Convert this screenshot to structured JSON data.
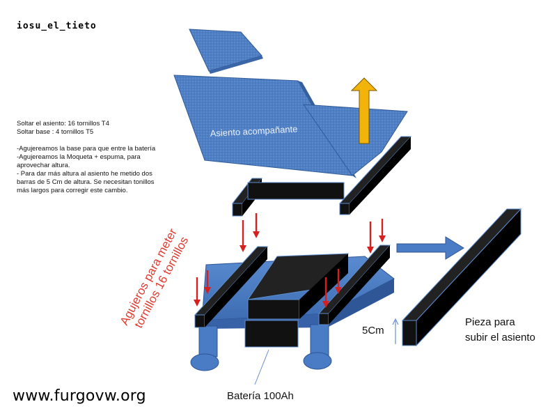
{
  "logo_text": "iosu_el_tieto",
  "instructions": [
    "Soltar el asiento: 16 tornillos T4",
    "Soltar base : 4 tornillos T5",
    "",
    "-Agujereamos la base para que entre la batería",
    "-Agujereamos  la Moqueta + espuma, para",
    "aprovechar altura.",
    "- Para dar más altura al asiento he metido dos",
    "barras de 5  Cm de altura. Se necesitan tonillos",
    "más largos para corregir este cambio."
  ],
  "labels": {
    "seat": "Asiento acompañante",
    "holes": [
      "Agujeros para meter",
      "tornillos 16 tornillos"
    ],
    "height": "5Cm",
    "piece": [
      "Pieza para",
      "subir el asiento"
    ],
    "battery": "Batería 100Ah"
  },
  "watermark": "www.furgovw.org",
  "colors": {
    "seat_blue": "#4f7fc4",
    "base_blue": "#4a7cc6",
    "bar_black": "#111111",
    "down_arrow_red": "#d62020",
    "up_arrow_yellow": "#f2b40a",
    "right_arrow_blue": "#4a7cc6",
    "holes_text_red": "#e03b30"
  }
}
